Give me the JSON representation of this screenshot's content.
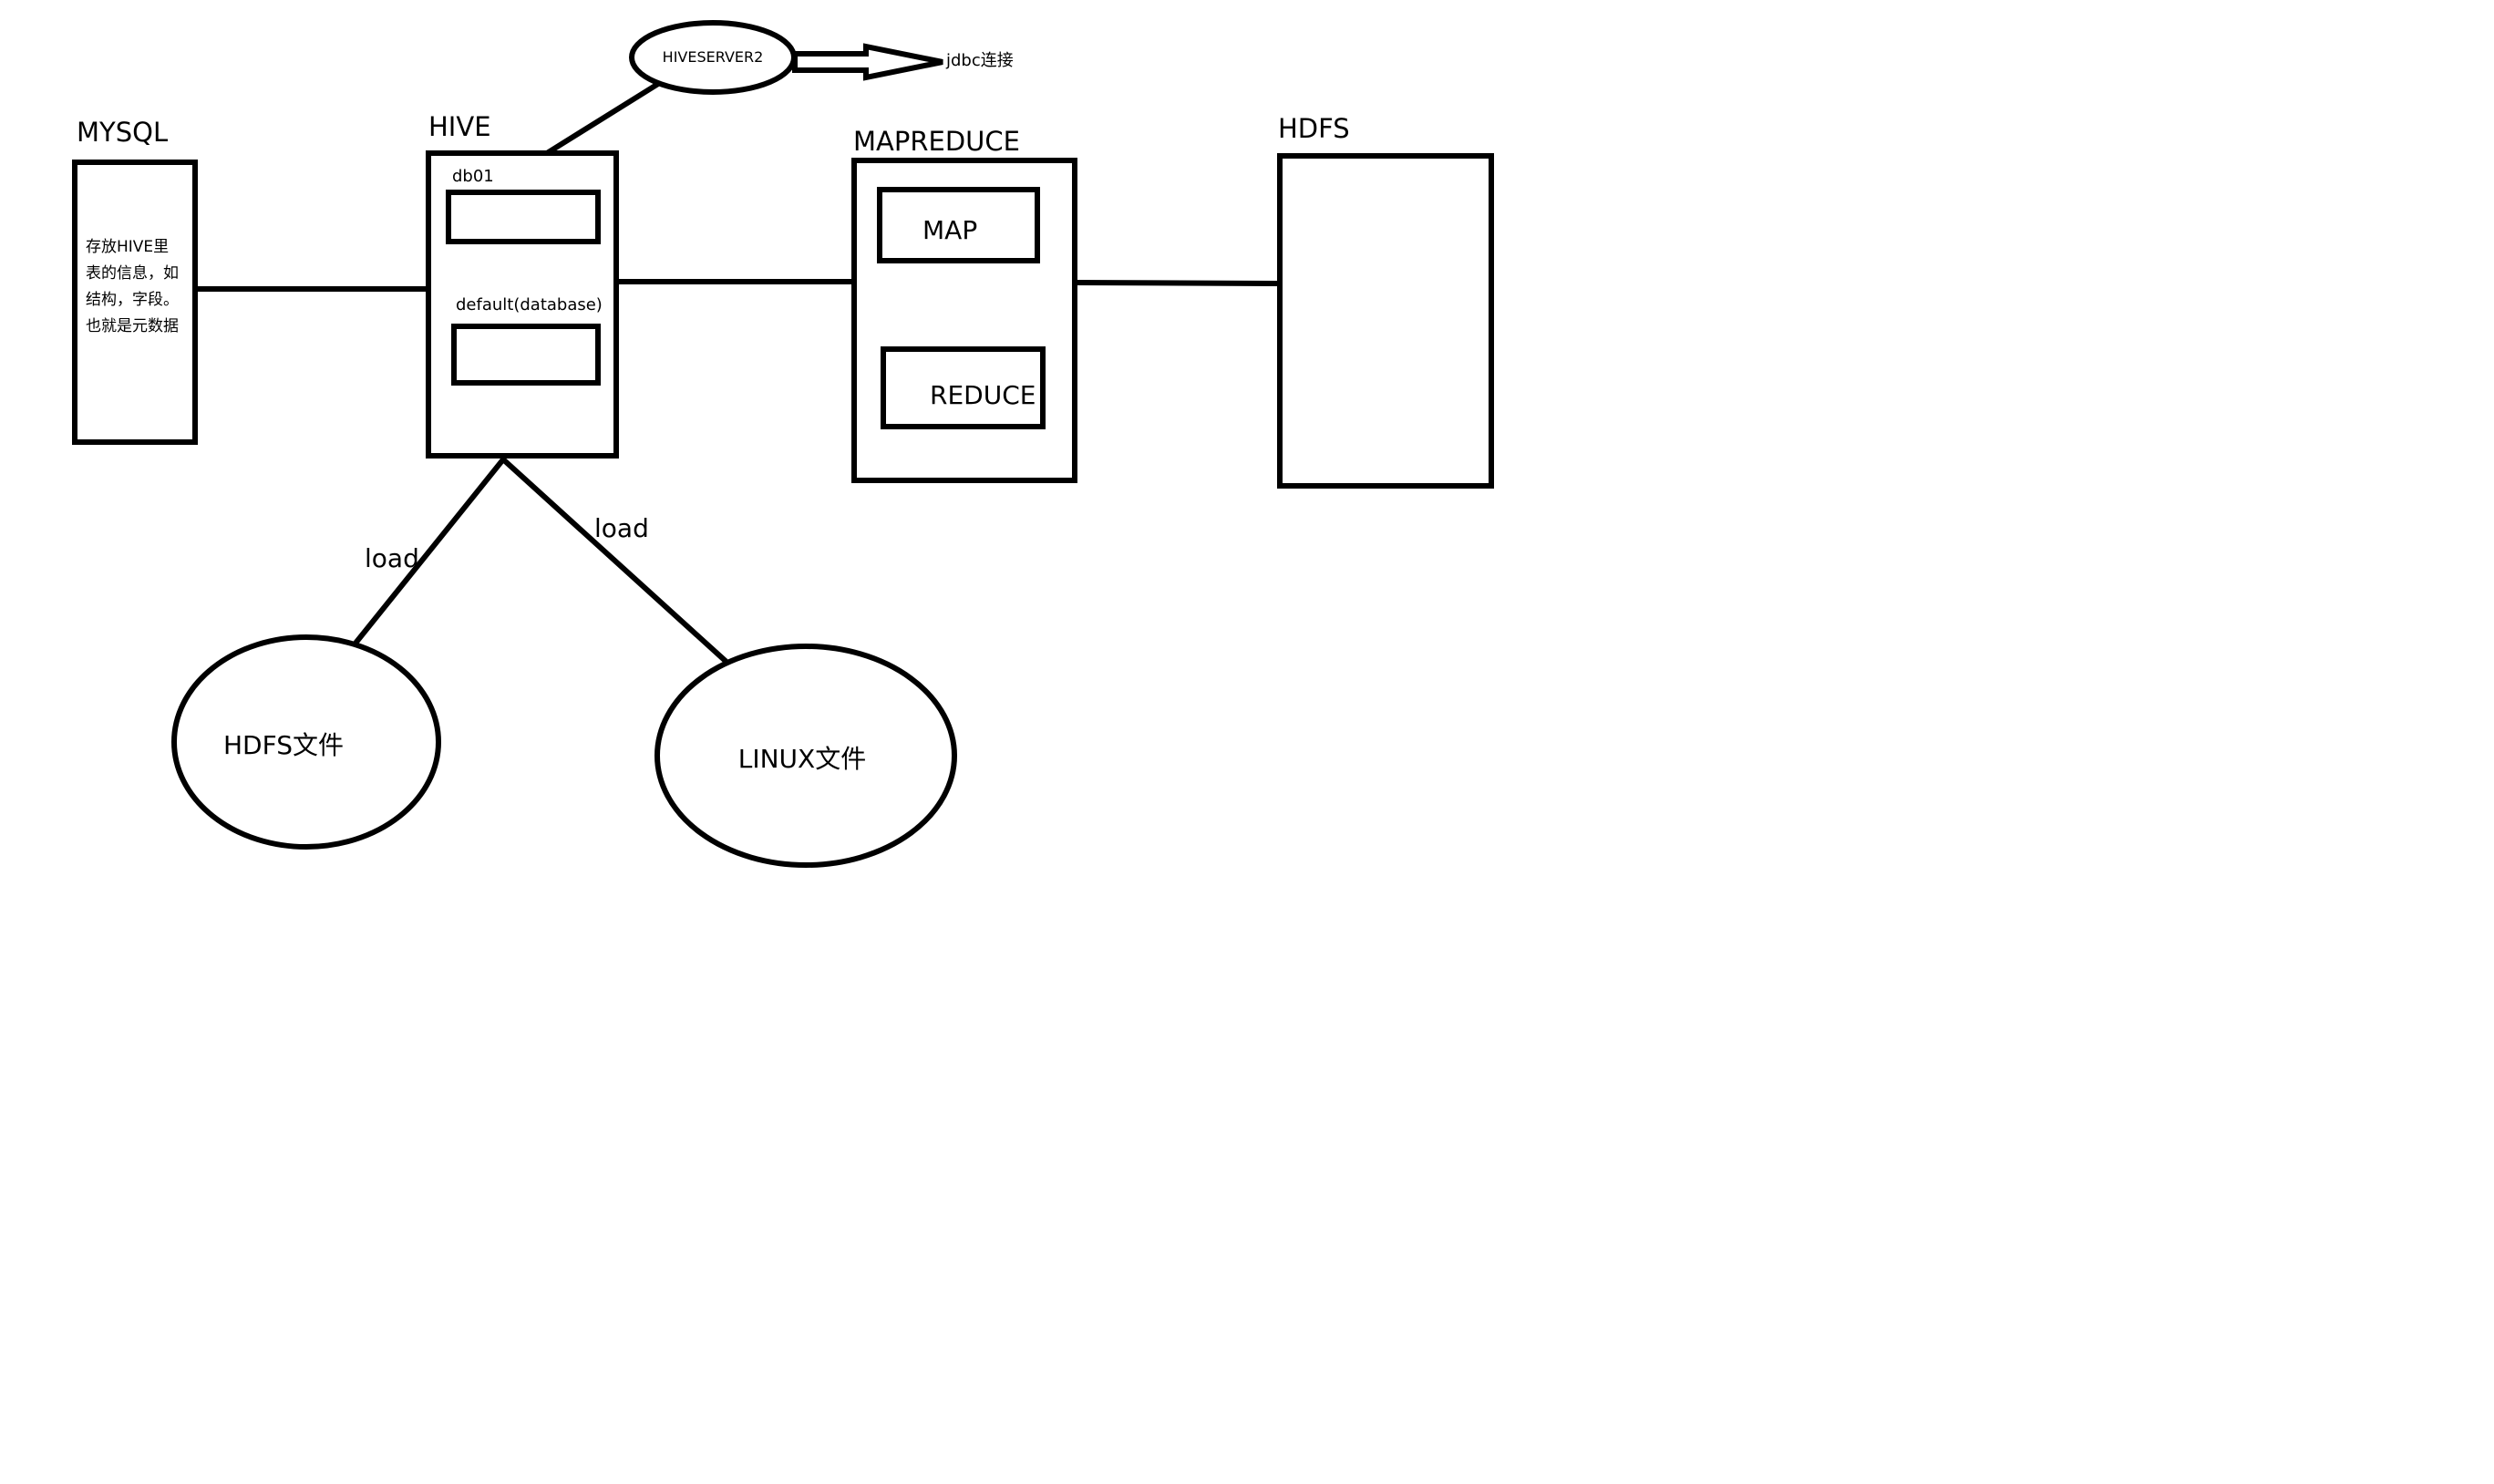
{
  "mysql": {
    "title": "MYSQL",
    "note": [
      "存放HIVE里",
      "表的信息，如",
      "结构，字段。",
      "也就是元数据"
    ]
  },
  "hive": {
    "title": "HIVE",
    "db1_label": "db01",
    "db2_label": "default(database)"
  },
  "hiveserver": {
    "label": "HIVESERVER2",
    "jdbc_label": "jdbc连接"
  },
  "mapreduce": {
    "title": "MAPREDUCE",
    "map_label": "MAP",
    "reduce_label": "REDUCE"
  },
  "hdfs": {
    "title": "HDFS"
  },
  "sources": {
    "load_left": "load",
    "load_right": "load",
    "hdfs_file": "HDFS文件",
    "linux_file": "LINUX文件"
  }
}
